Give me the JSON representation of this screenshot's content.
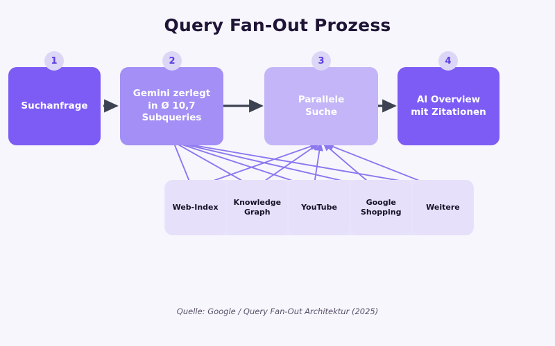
{
  "title": "Query Fan-Out Prozess",
  "caption": "Quelle: Google / Query Fan-Out Architektur (2025)",
  "colors": {
    "background": "#F7F6FC",
    "title_text": "#1F1435",
    "stage_strong": "#7C5CF5",
    "stage_medium": "#A38FF5",
    "stage_light": "#C4B5F9",
    "badge_background": "#DCD6F7",
    "badge_text": "#5B3DE0",
    "source_row": "#E8E3FC",
    "source_card": "#E6E0FB",
    "source_text": "#181027",
    "flow_arrow": "#3C4252",
    "fanout_arrow": "#8B77F0",
    "caption_text": "#585068"
  },
  "stages": [
    {
      "number": "1",
      "label": "Suchanfrage",
      "lines": [
        "Suchanfrage"
      ]
    },
    {
      "number": "2",
      "label": "Gemini zerlegt in Ø 10,7 Subqueries",
      "lines": [
        "Gemini zerlegt",
        "in Ø 10,7",
        "Subqueries"
      ]
    },
    {
      "number": "3",
      "label": "Parallele Suche",
      "lines": [
        "Parallele",
        "Suche"
      ]
    },
    {
      "number": "4",
      "label": "AI Overview mit Zitationen",
      "lines": [
        "AI Overview",
        "mit Zitationen"
      ]
    }
  ],
  "sources": [
    {
      "label": "Web-Index",
      "lines": [
        "Web-Index"
      ]
    },
    {
      "label": "Knowledge Graph",
      "lines": [
        "Knowledge",
        "Graph"
      ]
    },
    {
      "label": "YouTube",
      "lines": [
        "YouTube"
      ]
    },
    {
      "label": "Google Shopping",
      "lines": [
        "Google",
        "Shopping"
      ]
    },
    {
      "label": "Weitere",
      "lines": [
        "Weitere"
      ]
    }
  ],
  "connectors": {
    "flow": [
      {
        "from": "Suchanfrage",
        "to": "Gemini zerlegt in Ø 10,7 Subqueries"
      },
      {
        "from": "Gemini zerlegt in Ø 10,7 Subqueries",
        "to": "Parallele Suche"
      },
      {
        "from": "Parallele Suche",
        "to": "AI Overview mit Zitationen"
      }
    ],
    "fanout_from": "Gemini zerlegt in Ø 10,7 Subqueries",
    "fanin_to": "Parallele Suche"
  }
}
